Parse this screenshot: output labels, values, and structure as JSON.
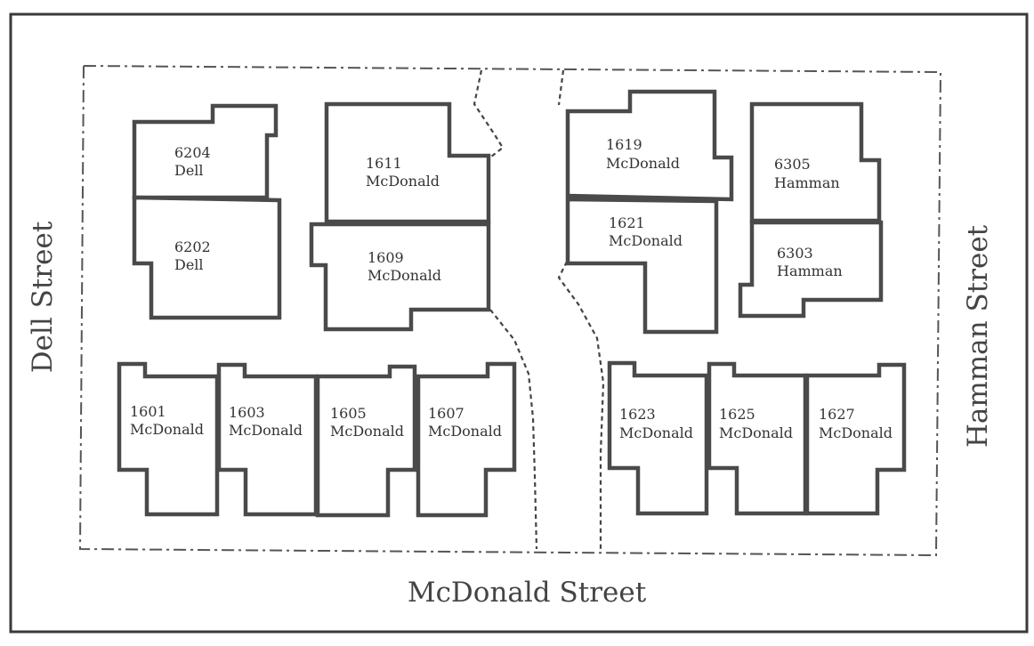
{
  "streets": {
    "west": "Dell Street",
    "east": "Hamman Street",
    "south": "McDonald Street"
  },
  "buildings": {
    "b6204": {
      "number": "6204",
      "street": "Dell"
    },
    "b6202": {
      "number": "6202",
      "street": "Dell"
    },
    "b1611": {
      "number": "1611",
      "street": "McDonald"
    },
    "b1609": {
      "number": "1609",
      "street": "McDonald"
    },
    "b1619": {
      "number": "1619",
      "street": "McDonald"
    },
    "b1621": {
      "number": "1621",
      "street": "McDonald"
    },
    "b6305": {
      "number": "6305",
      "street": "Hamman"
    },
    "b6303": {
      "number": "6303",
      "street": "Hamman"
    },
    "b1601": {
      "number": "1601",
      "street": "McDonald"
    },
    "b1603": {
      "number": "1603",
      "street": "McDonald"
    },
    "b1605": {
      "number": "1605",
      "street": "McDonald"
    },
    "b1607": {
      "number": "1607",
      "street": "McDonald"
    },
    "b1623": {
      "number": "1623",
      "street": "McDonald"
    },
    "b1625": {
      "number": "1625",
      "street": "McDonald"
    },
    "b1627": {
      "number": "1627",
      "street": "McDonald"
    }
  },
  "colors": {
    "outline": "#4a4a4a",
    "text": "#333333",
    "background": "#ffffff"
  }
}
